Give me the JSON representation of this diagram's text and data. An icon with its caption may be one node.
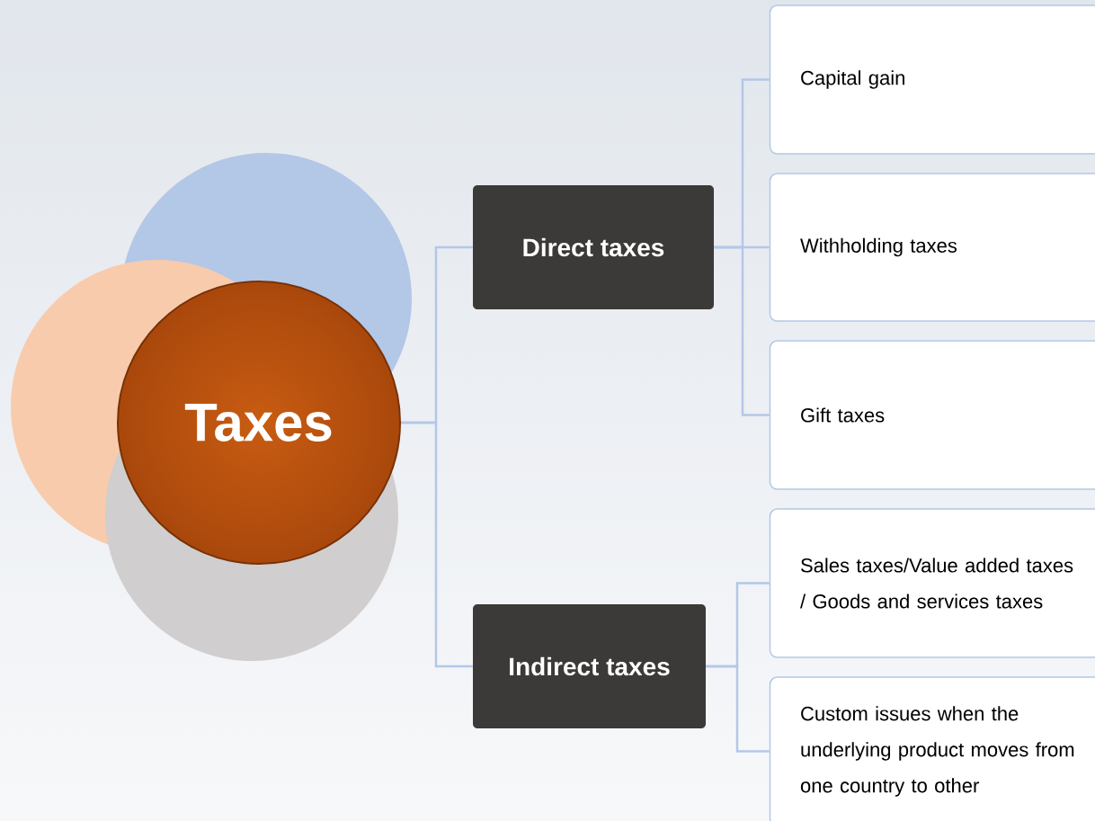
{
  "diagram": {
    "nodes": [
      {
        "text": [
          "Taxes"
        ]
      },
      {
        "text": [
          "Direct taxes"
        ]
      },
      {
        "text": [
          "Indirect taxes"
        ]
      },
      {
        "text": [
          "Capital gain"
        ]
      },
      {
        "text": [
          "Withholding taxes"
        ]
      },
      {
        "text": [
          "Gift taxes"
        ]
      },
      {
        "text": [
          "Sales taxes/Value added taxes / Goods and services taxes"
        ]
      },
      {
        "text": [
          "Custom issues when the underlying product moves from one country to other"
        ]
      }
    ],
    "edges": [
      {
        "from": 0,
        "to": 1,
        "arrow": "none"
      },
      {
        "from": 0,
        "to": 2,
        "arrow": "none"
      },
      {
        "from": 1,
        "to": 3,
        "arrow": "none"
      },
      {
        "from": 1,
        "to": 4,
        "arrow": "none"
      },
      {
        "from": 1,
        "to": 5,
        "arrow": "none"
      },
      {
        "from": 2,
        "to": 6,
        "arrow": "none"
      },
      {
        "from": 2,
        "to": 7,
        "arrow": "none"
      }
    ]
  }
}
